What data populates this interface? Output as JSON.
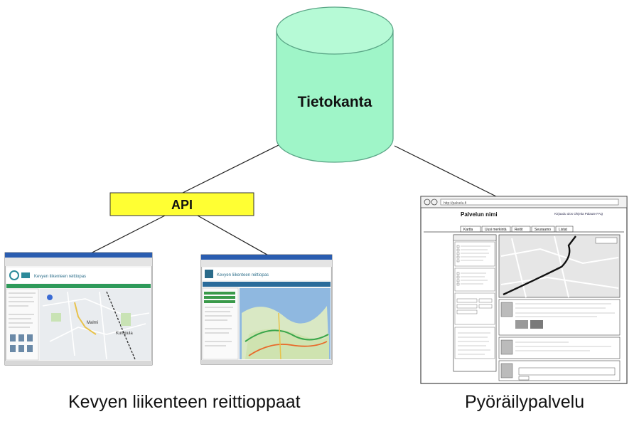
{
  "database": {
    "label": "Tietokanta",
    "fill": "#9ff5c8",
    "stroke": "#5aa586"
  },
  "api": {
    "label": "API",
    "fill": "#ffff33"
  },
  "captions": {
    "left": "Kevyen liikenteen reittioppaat",
    "right": "Pyöräilypalvelu"
  },
  "mockup": {
    "service_name": "Palvelun nimi",
    "tabs": [
      "Kartta",
      "Uusi merkintä",
      "Reitit",
      "Seuraamo",
      "Listat"
    ]
  }
}
